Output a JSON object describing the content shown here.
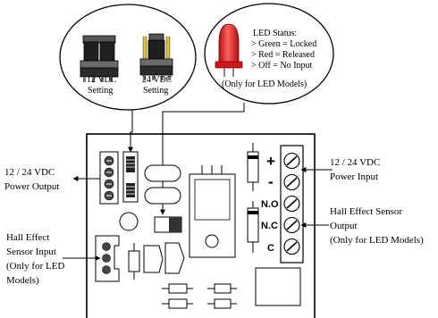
{
  "jumper_callout": {
    "left_setting": [
      "12 VDC",
      "Setting"
    ],
    "right_setting": [
      "24 VDC",
      "Setting"
    ]
  },
  "led_callout": {
    "status_title": "LED Status:",
    "status_lines": [
      "> Green = Locked",
      "> Red = Released",
      "> Off = No Input"
    ],
    "note": "(Only for LED Models)"
  },
  "labels": {
    "power_output": [
      "12 / 24 VDC",
      "Power Output"
    ],
    "power_input": [
      "12 / 24 VDC",
      "Power Input"
    ],
    "sensor_input": [
      "Hall Effect",
      "Sensor Input",
      "(Only for LED",
      "Models)"
    ],
    "sensor_output": [
      "Hall Effect Sensor",
      "Output",
      "(Only for LED Models)"
    ]
  },
  "terminal_block": {
    "polarity_plus": "+",
    "polarity_minus": "-",
    "no_label": "N.O",
    "nc_label": "N.C",
    "c_label": "C"
  },
  "colors": {
    "led_red": "#e02020",
    "jumper_black": "#1a1a1a",
    "jumper_gray": "#8a8a8a",
    "jumper_gold": "#d8b830",
    "outline": "#000000"
  }
}
